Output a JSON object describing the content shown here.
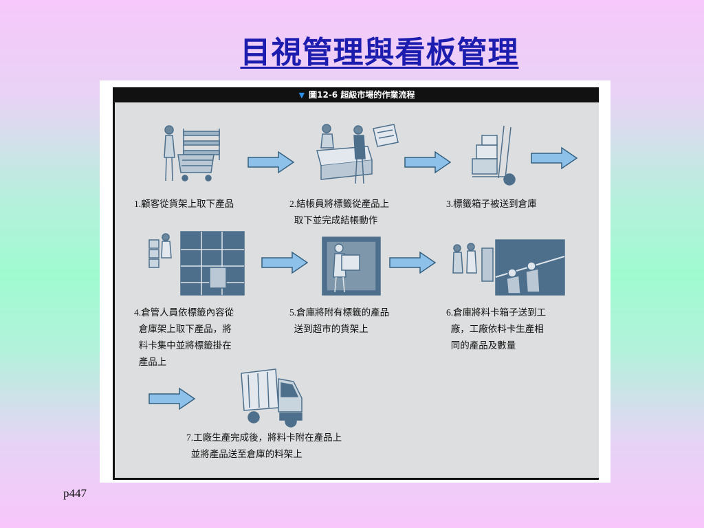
{
  "slide": {
    "title": "目視管理與看板管理",
    "page_ref": "p447"
  },
  "figure": {
    "header": "圖12-6   超級市場的作業流程",
    "steps": [
      {
        "label": "1.顧客從貨架上取下產品",
        "illustration": "shopper-cart"
      },
      {
        "label": "2.結帳員將標籤從產品上\n  取下並完成結帳動作",
        "illustration": "cashier-counter"
      },
      {
        "label": "3.標籤箱子被送到倉庫",
        "illustration": "hand-truck"
      },
      {
        "label": "4.倉管人員依標籤內容從\n  倉庫架上取下產品，將\n  料卡集中並將標籤掛在\n  產品上",
        "illustration": "warehouse-rack"
      },
      {
        "label": "5.倉庫將附有標籤的產品\n  送到超市的貨架上",
        "illustration": "worker-box"
      },
      {
        "label": "6.倉庫將料卡箱子送到工\n  廠，工廠依料卡生產相\n  同的產品及數量",
        "illustration": "factory-workers"
      },
      {
        "label": "7.工廠生產完成後，將料卡附在產品上\n  並將產品送至倉庫的料架上",
        "illustration": "delivery-truck"
      }
    ],
    "colors": {
      "arrow_fill": "#8dc1ea",
      "arrow_stroke": "#35607f",
      "illus": "#4d6f8c",
      "header_triangle": "#2d8fe6"
    }
  }
}
